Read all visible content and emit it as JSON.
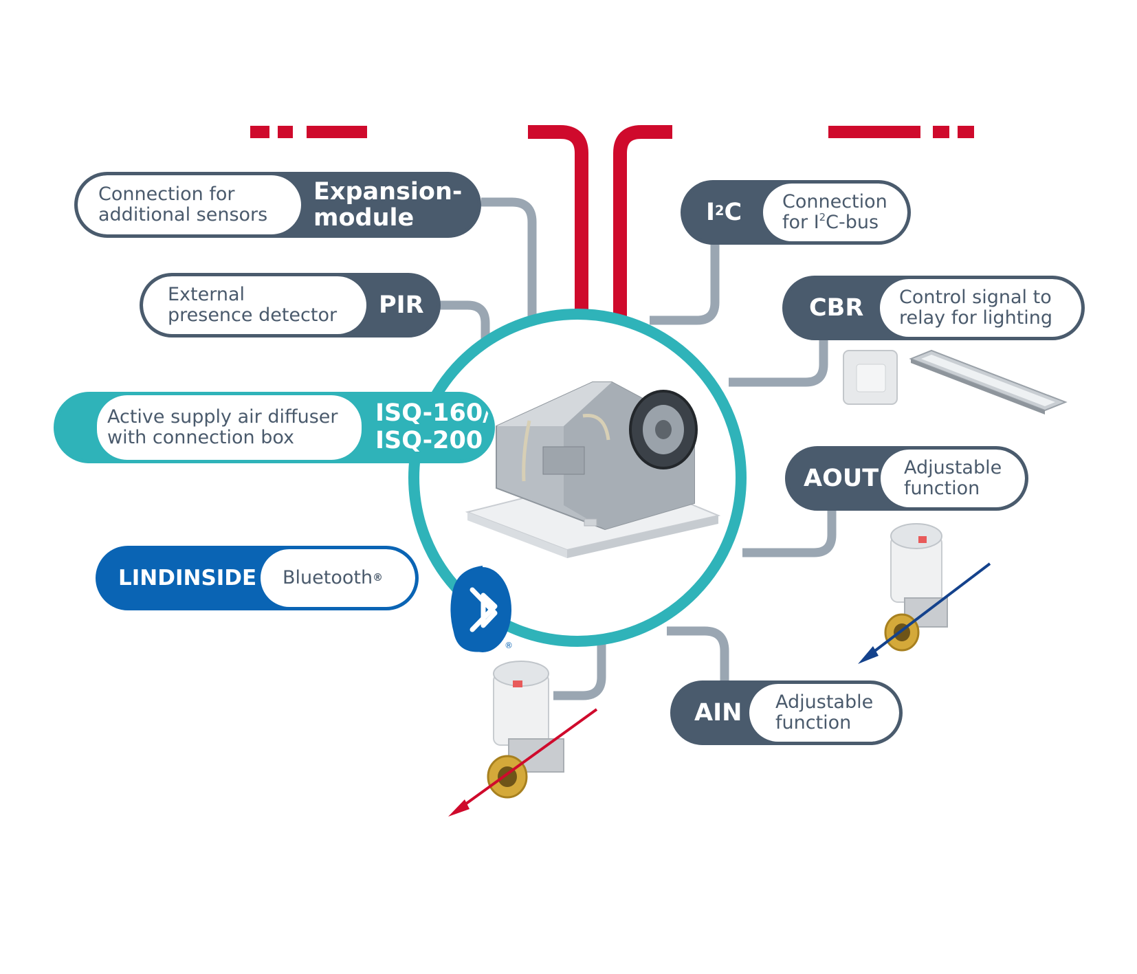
{
  "colors": {
    "slate": "#4a5b6d",
    "teal": "#2fb3b9",
    "blue": "#0a64b4",
    "red": "#cf0a2c",
    "wire": "#9aa6b2",
    "arrow_blue": "#14428c"
  },
  "labels": {
    "expansion": {
      "line1": "Connection for",
      "line2": "additional sensors",
      "key1": "Expansion-",
      "key2": "module"
    },
    "pir": {
      "line1": "External",
      "line2": "presence detector",
      "key": "PIR"
    },
    "isq": {
      "line1": "Active supply air diffuser",
      "line2": "with connection box",
      "key1": "ISQ-160/",
      "key2": "ISQ-200"
    },
    "lindinside": {
      "key": "LINDINSIDE",
      "value": "Bluetooth",
      "mark": "®"
    },
    "i2c": {
      "key_base": "I",
      "key_sup": "2",
      "key_tail": "C",
      "line1": "Connection",
      "line2_a": "for I",
      "line2_sup": "2",
      "line2_b": "C-bus"
    },
    "cbr": {
      "key": "CBR",
      "line1": "Control signal to",
      "line2": "relay for lighting"
    },
    "aout": {
      "key": "AOUT",
      "line1": "Adjustable",
      "line2": "function"
    },
    "ain": {
      "key": "AIN",
      "line1": "Adjustable",
      "line2": "function"
    }
  },
  "icons": {
    "bluetooth": "bluetooth-icon",
    "bluetooth_mark": "®",
    "diffuser": "air-diffuser-icon",
    "switch": "wall-switch-icon",
    "lamp": "ceiling-lamp-icon",
    "valve_left": "valve-actuator-icon",
    "valve_right": "valve-actuator-icon"
  }
}
